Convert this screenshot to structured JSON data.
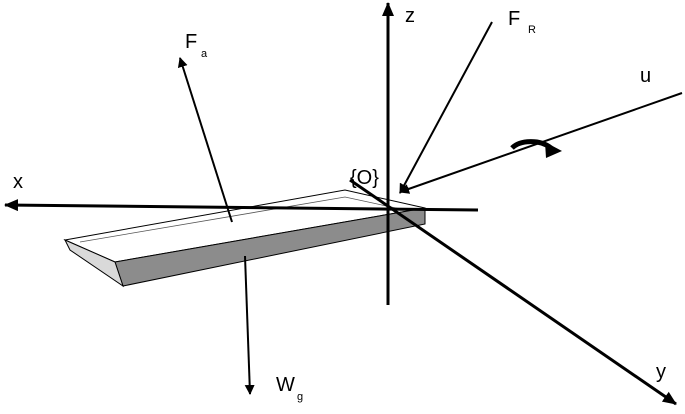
{
  "labels": {
    "x_axis": "x",
    "y_axis": "y",
    "z_axis": "z",
    "u_axis": "u",
    "origin": "{O}",
    "aero_force": "F",
    "aero_force_sub": "a",
    "rotor_force": "F",
    "rotor_force_sub": "R",
    "weight": "W",
    "weight_sub": "g"
  },
  "colors": {
    "stroke": "#000000",
    "blade_top": "#ffffff",
    "blade_side": "#8c8c8c",
    "blade_end": "#d9d9d9"
  },
  "icons": {
    "rotation": "curved-rotation-arrow-icon"
  }
}
